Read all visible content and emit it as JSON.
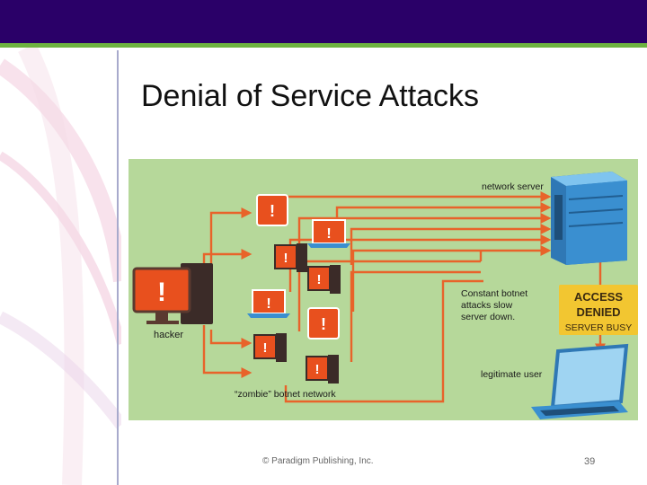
{
  "slide": {
    "title": "Denial of Service Attacks",
    "footer": "© Paradigm Publishing, Inc.",
    "page_number": "39"
  },
  "diagram": {
    "labels": {
      "network_server": "network server",
      "hacker": "hacker",
      "constant_botnet": [
        "Constant botnet",
        "attacks slow",
        "server down."
      ],
      "access_denied": [
        "ACCESS",
        "DENIED",
        "SERVER BUSY"
      ],
      "legitimate_user": "legitimate user",
      "zombie_network": "“zombie” botnet network"
    },
    "colors": {
      "background": "#b6d89a",
      "arrows": "#e8632a",
      "screen": "#e8501e",
      "server": "#3a8fd0",
      "sign": "#f2c631"
    }
  }
}
